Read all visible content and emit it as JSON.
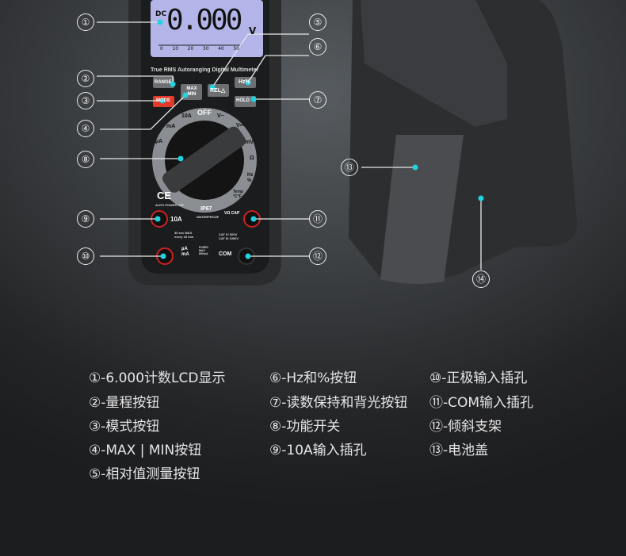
{
  "colors": {
    "callout_dot": "#1fd3e0",
    "lcd": "#b3b5e8",
    "mode_button": "#e23a2a",
    "body": "#2b2c2e"
  },
  "meter": {
    "lcd_mode": "DC",
    "lcd_reading": "0.000",
    "lcd_unit": "V",
    "lcd_scale": [
      "0",
      "10",
      "20",
      "30",
      "40",
      "50"
    ],
    "model_text": "True RMS Autoranging Digital Multimeter",
    "buttons": {
      "range": "RANGE",
      "max_min": "MAX MIN",
      "rel": "REL△",
      "hz": "Hz%",
      "mode": "MODE",
      "hold": "HOLD"
    },
    "dial": {
      "off": "OFF",
      "positions": [
        "10A",
        "mA",
        "µA",
        "V~",
        "V⎓",
        "mV",
        "Ω",
        "Hz %",
        "Temp °C°F"
      ]
    },
    "ce": "CE",
    "auto_power_off": "AUTO POWER OFF",
    "ip": "IP67",
    "waterproof": "WATERPROOF",
    "jacks": {
      "a10": "10A",
      "ua_ma": "µA mA",
      "com": "COM",
      "v": "VΩ CAP",
      "limit": "30 sec MAX every 15 min",
      "fused": "FUSED MAX 800mA",
      "cat": "CAT IV 600V CAT III 1000V"
    }
  },
  "callouts": [
    "①",
    "②",
    "③",
    "④",
    "⑤",
    "⑥",
    "⑦",
    "⑧",
    "⑨",
    "⑩",
    "⑪",
    "⑫",
    "⑬",
    "⑭"
  ],
  "legend": {
    "col1": [
      "①-6.000计数LCD显示",
      "②-量程按钮",
      "③-模式按钮",
      "④-MAX | MIN按钮",
      "⑤-相对值测量按钮"
    ],
    "col2": [
      "⑥-Hz和%按钮",
      "⑦-读数保持和背光按钮",
      "⑧-功能开关",
      "⑨-10A输入插孔"
    ],
    "col3": [
      "⑩-正极输入插孔",
      "⑪-COM输入插孔",
      "⑫-倾斜支架",
      "⑬-电池盖"
    ]
  }
}
